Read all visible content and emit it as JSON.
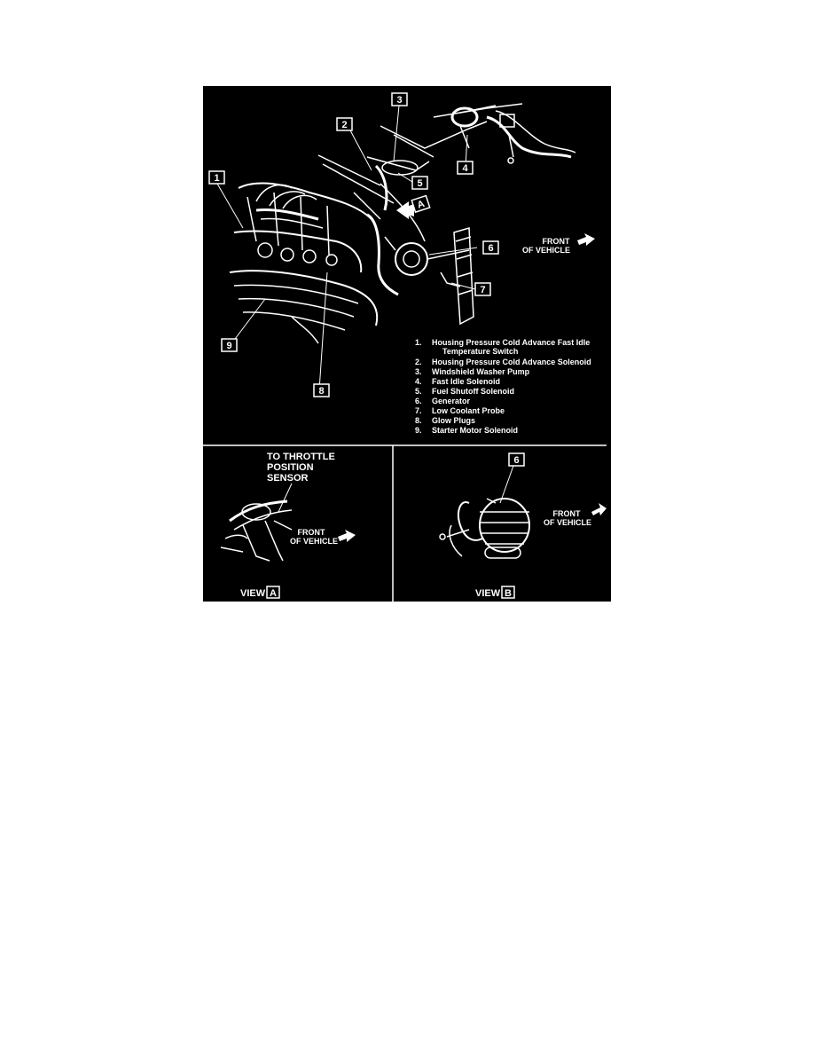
{
  "main_view": {
    "callouts": [
      "1",
      "2",
      "3",
      "4",
      "5",
      "6",
      "7",
      "8",
      "9"
    ],
    "view_a_marker": "A",
    "front_label_line1": "FRONT",
    "front_label_line2": "OF VEHICLE"
  },
  "legend": {
    "items": [
      {
        "num": "1.",
        "text": "Housing Pressure Cold Advance Fast Idle",
        "text2": "Temperature Switch"
      },
      {
        "num": "2.",
        "text": "Housing Pressure Cold Advance Solenoid"
      },
      {
        "num": "3.",
        "text": "Windshield Washer Pump"
      },
      {
        "num": "4.",
        "text": "Fast Idle Solenoid"
      },
      {
        "num": "5.",
        "text": "Fuel Shutoff Solenoid"
      },
      {
        "num": "6.",
        "text": "Generator"
      },
      {
        "num": "7.",
        "text": "Low Coolant Probe"
      },
      {
        "num": "8.",
        "text": "Glow Plugs"
      },
      {
        "num": "9.",
        "text": "Starter Motor Solenoid"
      }
    ]
  },
  "view_a": {
    "sensor_label_line1": "TO THROTTLE",
    "sensor_label_line2": "POSITION",
    "sensor_label_line3": "SENSOR",
    "front_label_line1": "FRONT",
    "front_label_line2": "OF VEHICLE",
    "view_word": "VIEW",
    "view_letter": "A"
  },
  "view_b": {
    "callout": "6",
    "front_label_line1": "FRONT",
    "front_label_line2": "OF VEHICLE",
    "view_word": "VIEW",
    "view_letter": "B"
  },
  "colors": {
    "background": "#000000",
    "ink": "#ffffff"
  }
}
